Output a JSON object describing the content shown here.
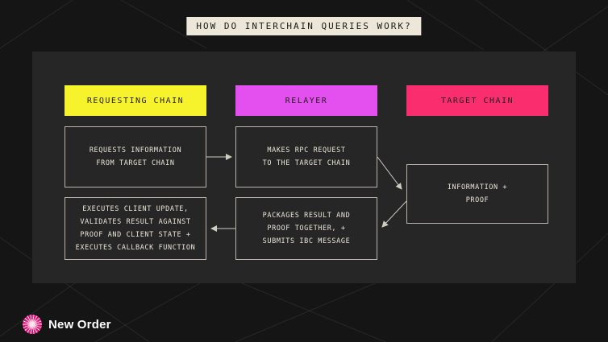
{
  "title": "HOW DO INTERCHAIN QUERIES WORK?",
  "columns": {
    "requesting": {
      "label": "REQUESTING CHAIN",
      "color": "#f6f22b"
    },
    "relayer": {
      "label": "RELAYER",
      "color": "#e44ff0"
    },
    "target": {
      "label": "TARGET CHAIN",
      "color": "#fa2e6e"
    }
  },
  "steps": {
    "request": "REQUESTS INFORMATION\nFROM TARGET CHAIN",
    "rpc": "MAKES RPC REQUEST\nTO THE TARGET CHAIN",
    "info_proof": "INFORMATION +\nPROOF",
    "package": "PACKAGES RESULT AND\nPROOF TOGETHER, +\nSUBMITS IBC MESSAGE",
    "execute": "EXECUTES CLIENT UPDATE,\nVALIDATES RESULT AGAINST\nPROOF AND CLIENT STATE +\nEXECUTES CALLBACK FUNCTION"
  },
  "logo": {
    "brand": "New Order"
  }
}
